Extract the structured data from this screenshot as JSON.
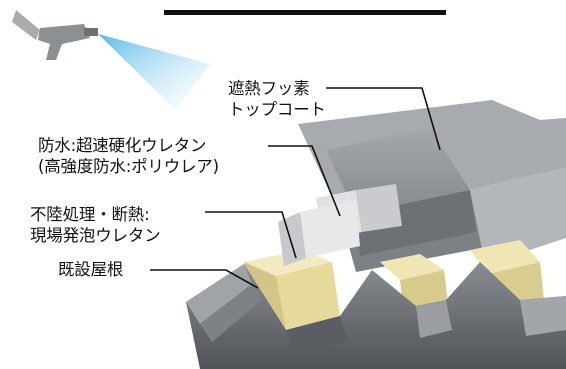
{
  "labels": {
    "topcoat": [
      "遮熱フッ素",
      "トップコート"
    ],
    "waterproof": [
      "防水:超速硬化ウレタン",
      "(高強度防水:ポリウレア)"
    ],
    "insulation": [
      "不陸処理・断熱:",
      "現場発泡ウレタン"
    ],
    "roof": [
      "既設屋根"
    ]
  },
  "icons": {
    "spray": "spray-gun-icon"
  },
  "colors": {
    "topcoat": "#8f9296",
    "waterproof": "#dfe1e3",
    "insulation": "#efe6b4",
    "roof_metal": "#6f7379",
    "spray": "#6ec3e6",
    "leader_line": "#111111"
  }
}
